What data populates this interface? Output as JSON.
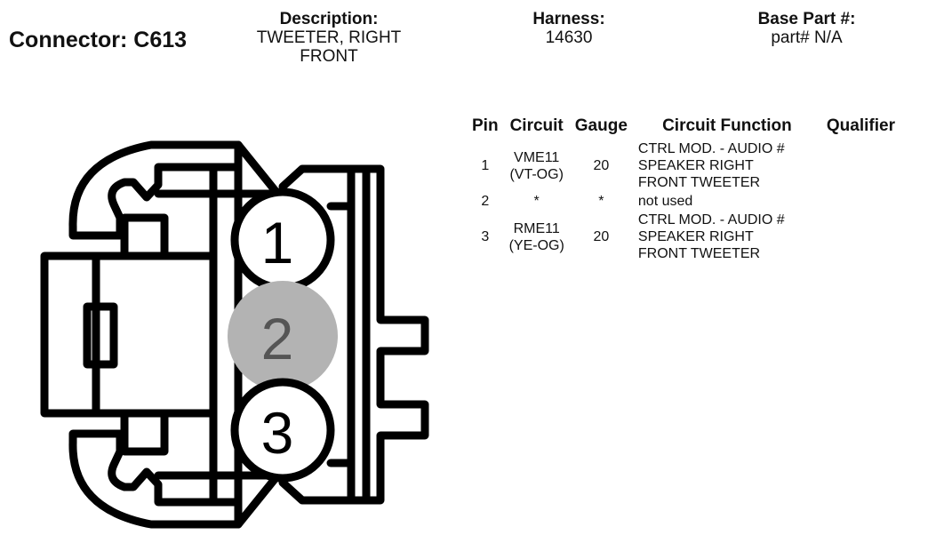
{
  "connector": {
    "label": "Connector: C613"
  },
  "description": {
    "label": "Description:",
    "line1": "TWEETER, RIGHT",
    "line2": "FRONT"
  },
  "harness": {
    "label": "Harness:",
    "value": "14630"
  },
  "base_part": {
    "label": "Base Part #:",
    "value": "part# N/A"
  },
  "table": {
    "headers": {
      "pin": "Pin",
      "circuit": "Circuit",
      "gauge": "Gauge",
      "function": "Circuit Function",
      "qualifier": "Qualifier"
    },
    "rows": [
      {
        "pin": "1",
        "circuit": "VME11\n(VT-OG)",
        "gauge": "20",
        "function": "CTRL MOD. - AUDIO #\nSPEAKER RIGHT\nFRONT TWEETER",
        "qualifier": ""
      },
      {
        "pin": "2",
        "circuit": "*",
        "gauge": "*",
        "function": "not used",
        "qualifier": ""
      },
      {
        "pin": "3",
        "circuit": "RME11\n(YE-OG)",
        "gauge": "20",
        "function": "CTRL MOD. - AUDIO #\nSPEAKER RIGHT\nFRONT TWEETER",
        "qualifier": ""
      }
    ]
  },
  "diagram": {
    "pins": [
      {
        "number": "1",
        "used": true
      },
      {
        "number": "2",
        "used": false
      },
      {
        "number": "3",
        "used": true
      }
    ],
    "colors": {
      "outline": "#000000",
      "unused_pin_fill": "#b3b3b3",
      "unused_pin_text": "#555555"
    }
  }
}
